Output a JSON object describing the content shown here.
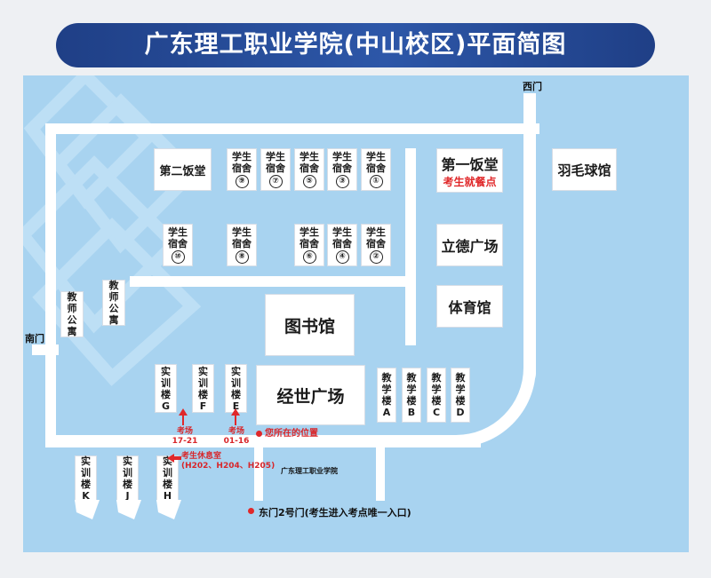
{
  "title": "广东理工职业学院(中山校区)平面简图",
  "gates": {
    "west": "西门",
    "south": "南门"
  },
  "canteens": {
    "second": "第二饭堂",
    "first": "第一饭堂",
    "first_note": "考生就餐点"
  },
  "dorms": [
    {
      "label": "学生宿舍",
      "num": "⑨"
    },
    {
      "label": "学生宿舍",
      "num": "⑦"
    },
    {
      "label": "学生宿舍",
      "num": "⑤"
    },
    {
      "label": "学生宿舍",
      "num": "③"
    },
    {
      "label": "学生宿舍",
      "num": "①"
    },
    {
      "label": "学生宿舍",
      "num": "⑩"
    },
    {
      "label": "学生宿舍",
      "num": "⑧"
    },
    {
      "label": "学生宿舍",
      "num": "⑥"
    },
    {
      "label": "学生宿舍",
      "num": "④"
    },
    {
      "label": "学生宿舍",
      "num": "②"
    }
  ],
  "buildings": {
    "badminton": "羽毛球馆",
    "lide_square": "立德广场",
    "gym": "体育馆",
    "library": "图书馆",
    "jingshi_square": "经世广场",
    "teacher_apartment_1": "教师公寓",
    "teacher_apartment_2": "教师公寓",
    "school_name_sign": "广东理工职业学院"
  },
  "training": [
    {
      "label": "实训楼",
      "code": "G"
    },
    {
      "label": "实训楼",
      "code": "F"
    },
    {
      "label": "实训楼",
      "code": "E"
    },
    {
      "label": "实训楼",
      "code": "K"
    },
    {
      "label": "实训楼",
      "code": "J"
    },
    {
      "label": "实训楼",
      "code": "H"
    }
  ],
  "teaching": [
    {
      "label": "教学楼",
      "code": "A"
    },
    {
      "label": "教学楼",
      "code": "B"
    },
    {
      "label": "教学楼",
      "code": "C"
    },
    {
      "label": "教学楼",
      "code": "D"
    }
  ],
  "annotations": {
    "exam_room_1_title": "考场",
    "exam_room_1_range": "17-21",
    "exam_room_2_title": "考场",
    "exam_room_2_range": "01-16",
    "you_are_here": "您所在的位置",
    "rest_room_title": "考生休息室",
    "rest_room_detail": "(H202、H204、H205)",
    "east_gate": "东门2号门(考生进入考点唯一入口)"
  },
  "colors": {
    "title_bar": "#1f3f86",
    "map_background": "#a8d3f0",
    "road": "#ffffff",
    "marker": "#e0282a"
  }
}
